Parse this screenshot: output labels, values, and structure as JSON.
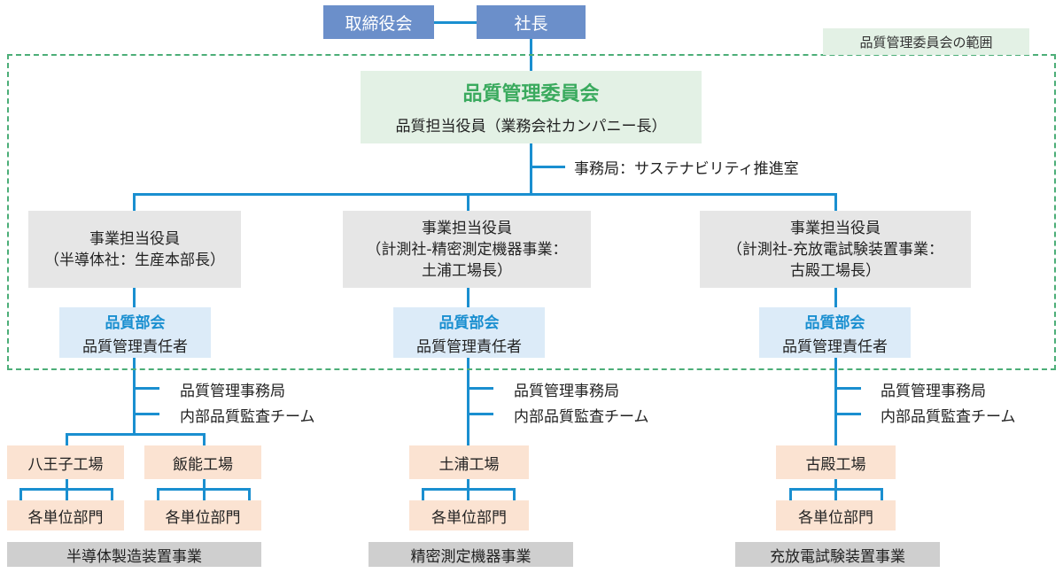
{
  "top": {
    "board": "取締役会",
    "president": "社長"
  },
  "scope_label": "品質管理委員会の範囲",
  "committee": {
    "title": "品質管理委員会",
    "subtitle": "品質担当役員（業務会社カンパニー長）"
  },
  "secretariat": "事務局：サステナビリティ推進室",
  "divisions": [
    {
      "officer": [
        "事業担当役員",
        "（半導体社：生産本部長）"
      ],
      "qdept_title": "品質部会",
      "qdept_role": "品質管理責任者",
      "offices": [
        "品質管理事務局",
        "内部品質監査チーム"
      ],
      "factories": [
        {
          "name": "八王子工場",
          "units": "各単位部門"
        },
        {
          "name": "飯能工場",
          "units": "各単位部門"
        }
      ],
      "business": "半導体製造装置事業"
    },
    {
      "officer": [
        "事業担当役員",
        "（計測社-精密測定機器事業：",
        "土浦工場長）"
      ],
      "qdept_title": "品質部会",
      "qdept_role": "品質管理責任者",
      "offices": [
        "品質管理事務局",
        "内部品質監査チーム"
      ],
      "factories": [
        {
          "name": "土浦工場",
          "units": "各単位部門"
        }
      ],
      "business": "精密測定機器事業"
    },
    {
      "officer": [
        "事業担当役員",
        "（計測社-充放電試験装置事業：",
        "古殿工場長）"
      ],
      "qdept_title": "品質部会",
      "qdept_role": "品質管理責任者",
      "offices": [
        "品質管理事務局",
        "内部品質監査チーム"
      ],
      "factories": [
        {
          "name": "古殿工場",
          "units": "各単位部門"
        }
      ],
      "business": "充放電試験装置事業"
    }
  ]
}
